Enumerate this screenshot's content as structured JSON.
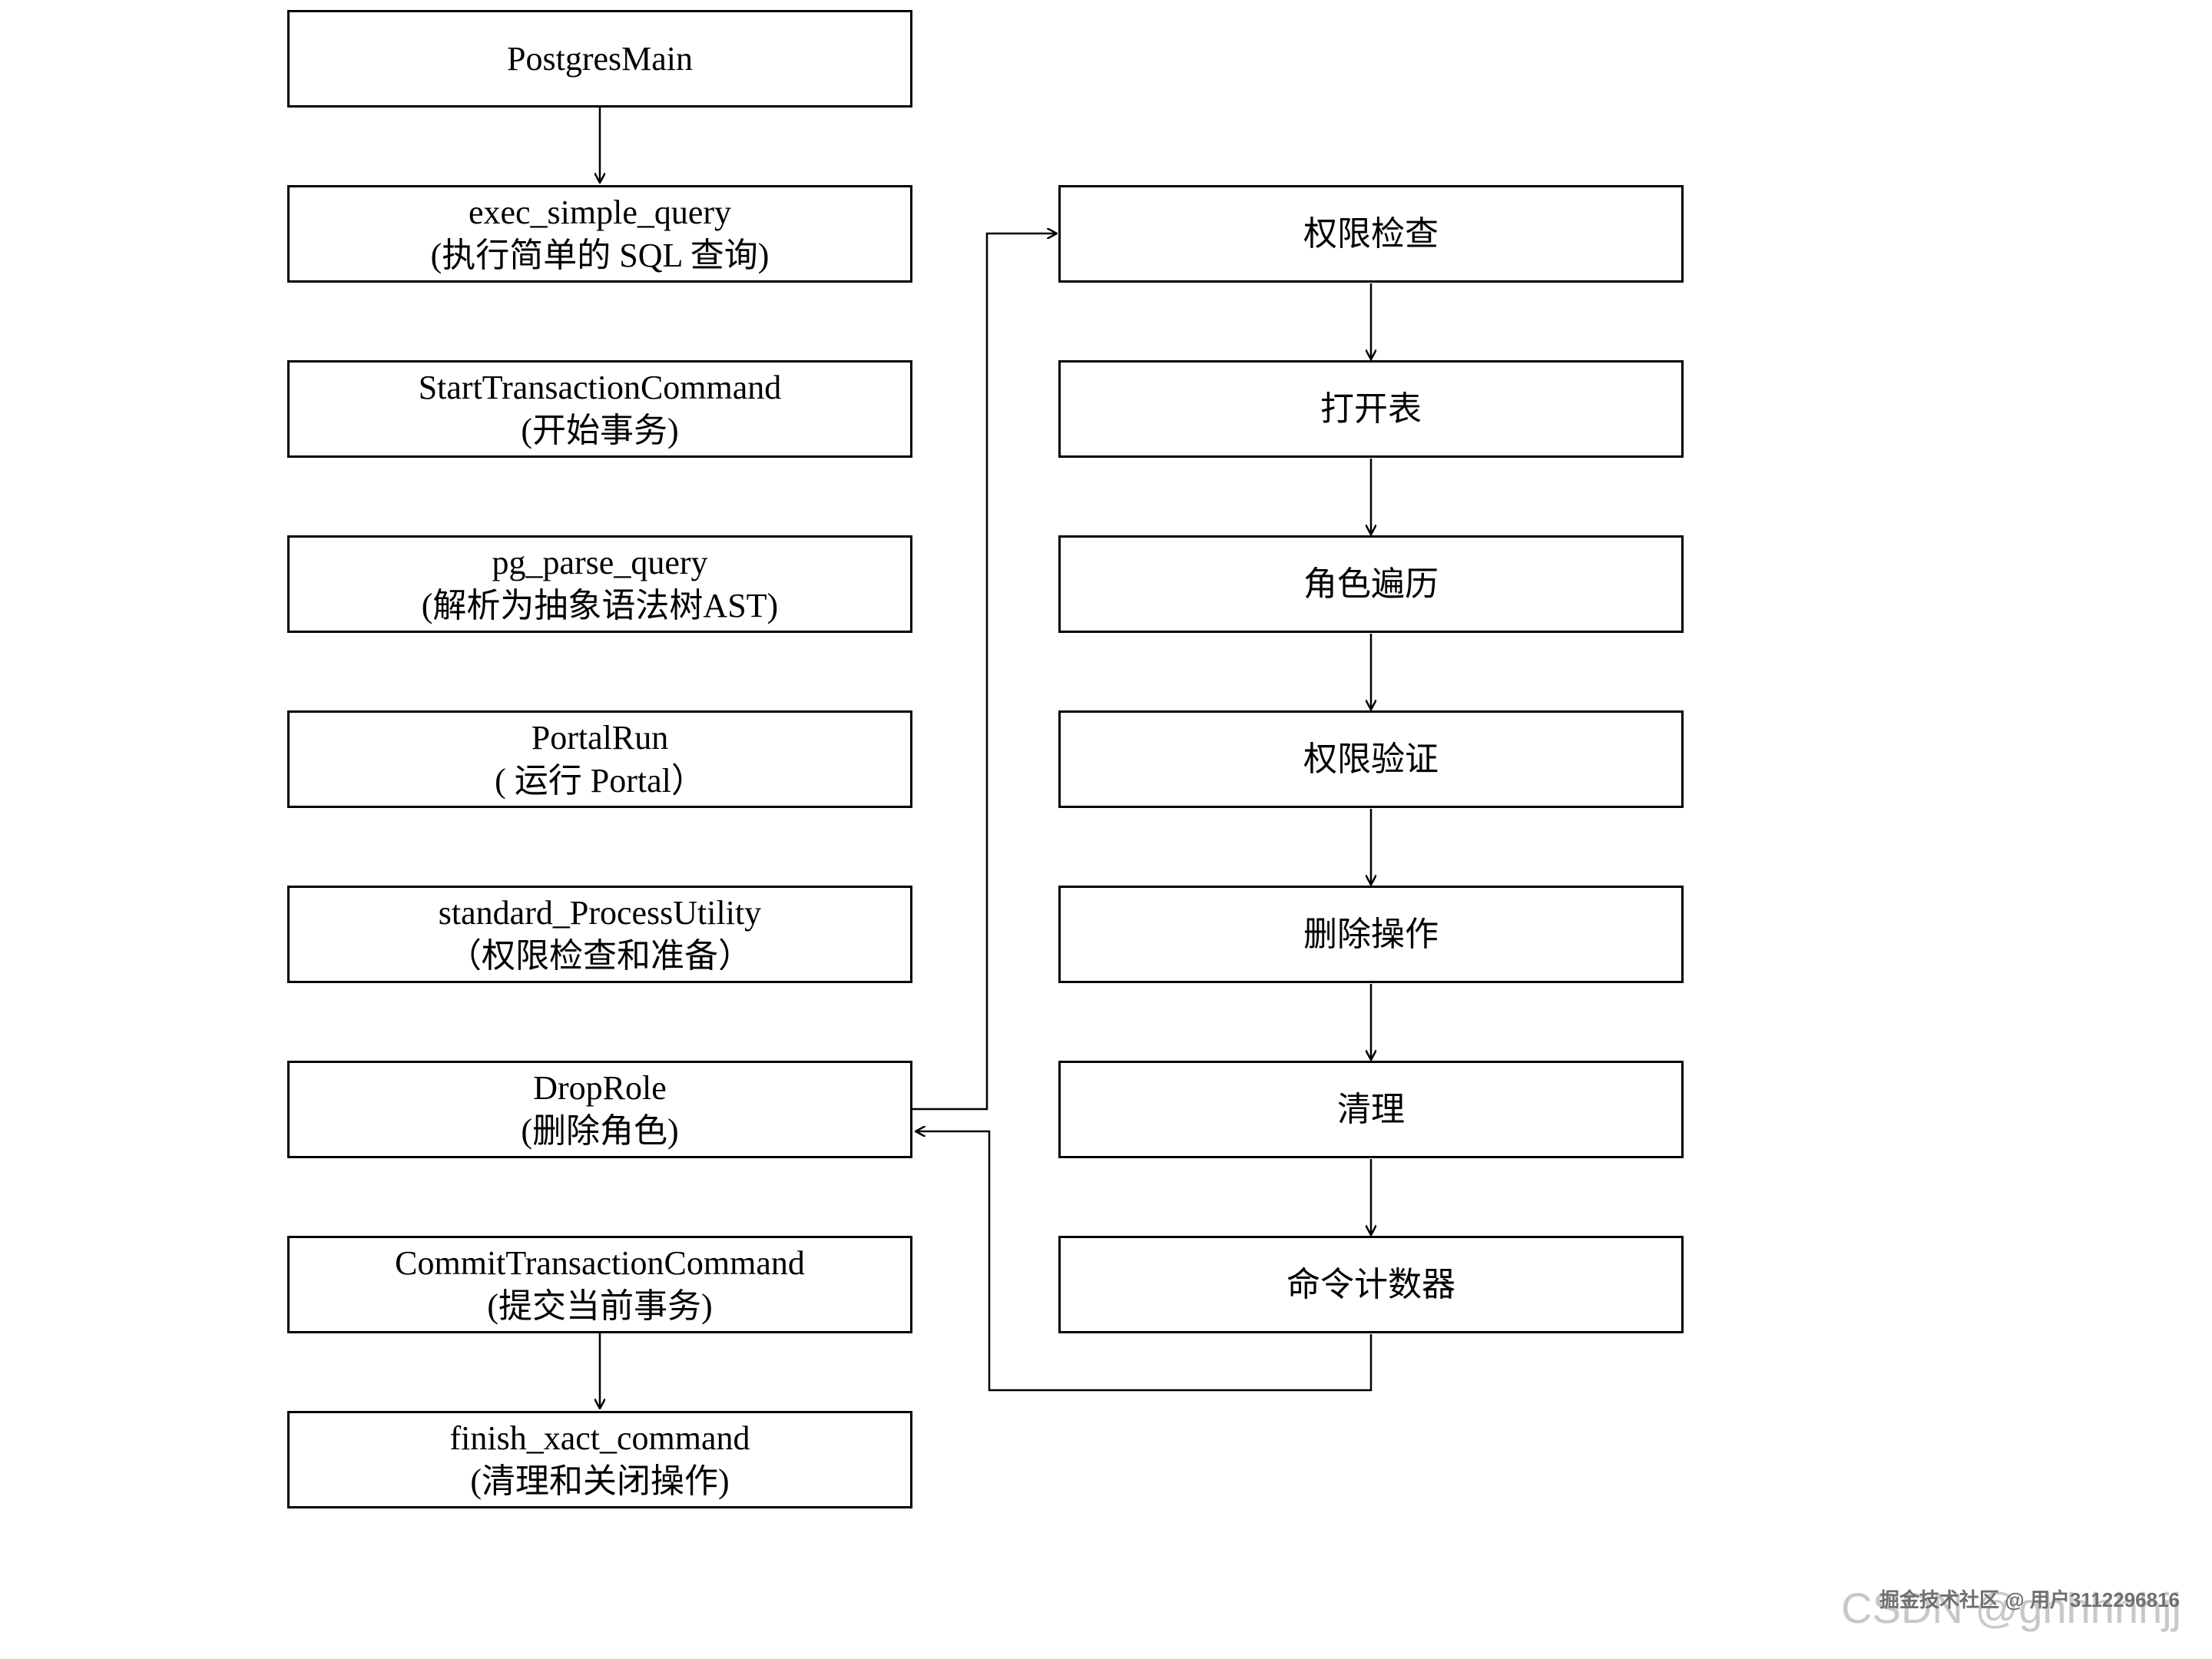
{
  "left_column": [
    {
      "id": "postgresmain",
      "line1": "PostgresMain",
      "line2": ""
    },
    {
      "id": "exec-simple-query",
      "line1": "exec_simple_query",
      "line2": "(执行简单的 SQL 查询)"
    },
    {
      "id": "start-transaction-command",
      "line1": "StartTransactionCommand",
      "line2": "(开始事务)"
    },
    {
      "id": "pg-parse-query",
      "line1": "pg_parse_query",
      "line2": "(解析为抽象语法树AST)"
    },
    {
      "id": "portal-run",
      "line1": "PortalRun",
      "line2": "( 运行 Portal）"
    },
    {
      "id": "standard-process-utility",
      "line1": "standard_ProcessUtility",
      "line2": "（权限检查和准备）"
    },
    {
      "id": "drop-role",
      "line1": "DropRole",
      "line2": "(删除角色)"
    },
    {
      "id": "commit-transaction-command",
      "line1": "CommitTransactionCommand",
      "line2": "(提交当前事务)"
    },
    {
      "id": "finish-xact-command",
      "line1": "finish_xact_command",
      "line2": "(清理和关闭操作)"
    }
  ],
  "right_column": [
    {
      "id": "permission-check",
      "label": "权限检查"
    },
    {
      "id": "open-table",
      "label": "打开表"
    },
    {
      "id": "role-traversal",
      "label": "角色遍历"
    },
    {
      "id": "permission-verify",
      "label": "权限验证"
    },
    {
      "id": "delete-operation",
      "label": "删除操作"
    },
    {
      "id": "cleanup",
      "label": "清理"
    },
    {
      "id": "command-counter",
      "label": "命令计数器"
    }
  ],
  "watermark": {
    "site": "掘金技术社区 @ 用户3112296816",
    "csdn": "CSDN @ghhhhhjj"
  }
}
